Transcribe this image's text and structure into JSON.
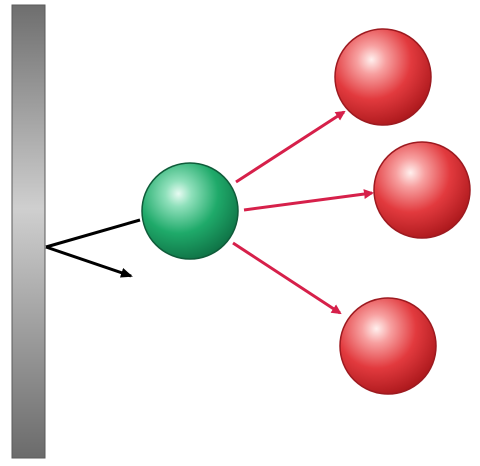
{
  "diagram": {
    "wall": {
      "shade_dark": "#6e6e6e",
      "shade_light": "#cfcfcf"
    },
    "green_ball": {
      "color": "#1faa6a",
      "highlight": "#bfeedd",
      "shadow": "#0d6b41",
      "outline": "#0f5c3a"
    },
    "red_balls": [
      {
        "id": "top-red-ball"
      },
      {
        "id": "middle-red-ball"
      },
      {
        "id": "bottom-red-ball"
      }
    ],
    "red_ball_colors": {
      "color": "#e23a3e",
      "highlight": "#ffd6d3",
      "shadow": "#a51418",
      "outline": "#9d1a20"
    },
    "arrow_colors": {
      "reflection": "#000000",
      "scatter": "#d6204a"
    }
  }
}
